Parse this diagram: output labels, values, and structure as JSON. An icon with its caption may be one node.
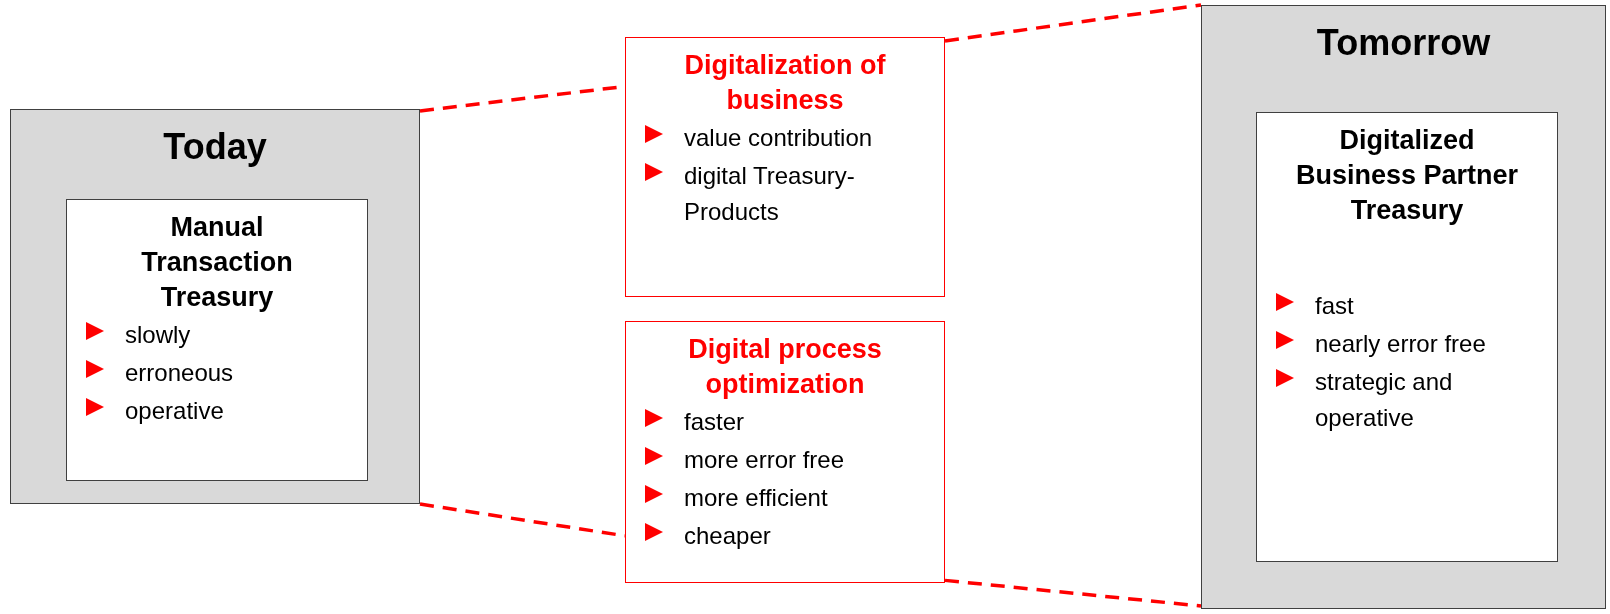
{
  "diagram": {
    "nodes": [
      {
        "text": [
          "Today"
        ]
      },
      {
        "text": [
          "Manual Transaction Treasury",
          "slowly",
          "erroneous",
          "operative"
        ],
        "in": 0
      },
      {
        "text": [
          "Digitalization of business",
          "value contribution",
          "digital Treasury-Products"
        ]
      },
      {
        "text": [
          "Digital process optimization",
          "faster",
          "more error free",
          "more efficient",
          "cheaper"
        ]
      },
      {
        "text": [
          "Tomorrow"
        ]
      },
      {
        "text": [
          "Digitalized Business Partner Treasury",
          "fast",
          "nearly error free",
          "strategic and operative"
        ],
        "in": 4
      }
    ],
    "edges": [
      {
        "from": 0,
        "to": 2,
        "arrow": "none",
        "style": "dashed"
      },
      {
        "from": 0,
        "to": 3,
        "arrow": "none",
        "style": "dashed"
      },
      {
        "from": 2,
        "to": 4,
        "arrow": "none",
        "style": "dashed"
      },
      {
        "from": 3,
        "to": 4,
        "arrow": "none",
        "style": "dashed"
      }
    ]
  }
}
